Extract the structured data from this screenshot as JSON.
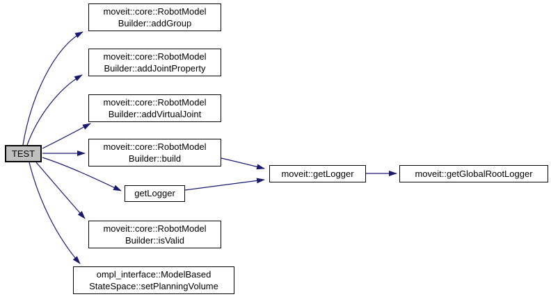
{
  "colors": {
    "edge": "#191970",
    "node_border": "#000000",
    "node_fill": "#ffffff",
    "current_node_fill": "#bfbfbf",
    "text": "#000000",
    "background": "#ffffff"
  },
  "graph": {
    "type": "call-graph",
    "nodes": {
      "test": {
        "label": "TEST",
        "current": true
      },
      "add_group": {
        "label": "moveit::core::RobotModel\nBuilder::addGroup"
      },
      "add_joint_property": {
        "label": "moveit::core::RobotModel\nBuilder::addJointProperty"
      },
      "add_virtual_joint": {
        "label": "moveit::core::RobotModel\nBuilder::addVirtualJoint"
      },
      "build": {
        "label": "moveit::core::RobotModel\nBuilder::build"
      },
      "get_logger": {
        "label": "getLogger"
      },
      "is_valid": {
        "label": "moveit::core::RobotModel\nBuilder::isValid"
      },
      "set_planning_volume": {
        "label": "ompl_interface::ModelBased\nStateSpace::setPlanningVolume"
      },
      "moveit_get_logger": {
        "label": "moveit::getLogger"
      },
      "moveit_get_global_root_logger": {
        "label": "moveit::getGlobalRootLogger"
      }
    },
    "edges": [
      {
        "from": "test",
        "to": "add_group"
      },
      {
        "from": "test",
        "to": "add_joint_property"
      },
      {
        "from": "test",
        "to": "add_virtual_joint"
      },
      {
        "from": "test",
        "to": "build"
      },
      {
        "from": "test",
        "to": "get_logger"
      },
      {
        "from": "test",
        "to": "is_valid"
      },
      {
        "from": "test",
        "to": "set_planning_volume"
      },
      {
        "from": "build",
        "to": "moveit_get_logger"
      },
      {
        "from": "get_logger",
        "to": "moveit_get_logger"
      },
      {
        "from": "moveit_get_logger",
        "to": "moveit_get_global_root_logger"
      }
    ]
  }
}
